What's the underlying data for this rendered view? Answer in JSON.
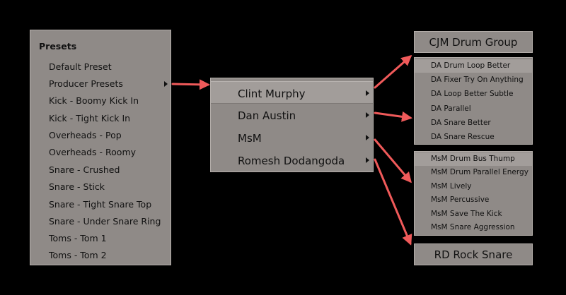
{
  "presets_menu": {
    "header": "Presets",
    "items": [
      {
        "label": "Default Preset"
      },
      {
        "label": "Producer Presets",
        "has_submenu": true
      },
      {
        "label": "Kick - Boomy Kick In"
      },
      {
        "label": "Kick - Tight Kick In"
      },
      {
        "label": "Overheads - Pop"
      },
      {
        "label": "Overheads - Roomy"
      },
      {
        "label": "Snare - Crushed"
      },
      {
        "label": "Snare - Stick"
      },
      {
        "label": "Snare - Tight Snare Top"
      },
      {
        "label": "Snare - Under Snare Ring"
      },
      {
        "label": "Toms - Tom 1"
      },
      {
        "label": "Toms - Tom 2"
      }
    ]
  },
  "producers_menu": {
    "items": [
      {
        "label": "Clint Murphy",
        "active": true
      },
      {
        "label": "Dan Austin"
      },
      {
        "label": "MsM"
      },
      {
        "label": "Romesh Dodangoda"
      }
    ]
  },
  "cjm_group": {
    "label": "CJM Drum Group"
  },
  "da_menu": {
    "items": [
      {
        "label": "DA Drum Loop Better",
        "active": true
      },
      {
        "label": "DA Fixer Try On Anything"
      },
      {
        "label": "DA Loop Better Subtle"
      },
      {
        "label": "DA Parallel"
      },
      {
        "label": "DA Snare Better"
      },
      {
        "label": "DA Snare Rescue"
      }
    ]
  },
  "msm_menu": {
    "items": [
      {
        "label": "MsM Drum Bus Thump",
        "active": true
      },
      {
        "label": "MsM Drum Parallel Energy"
      },
      {
        "label": "MsM Lively"
      },
      {
        "label": "MsM Percussive"
      },
      {
        "label": "MsM Save The Kick"
      },
      {
        "label": "MsM Snare Aggression"
      }
    ]
  },
  "rd_rock_snare": {
    "label": "RD Rock Snare"
  },
  "colors": {
    "background": "#000000",
    "menu": "#8f8a87",
    "highlight": "#a29d9a",
    "arrow": "#f05a5a"
  }
}
